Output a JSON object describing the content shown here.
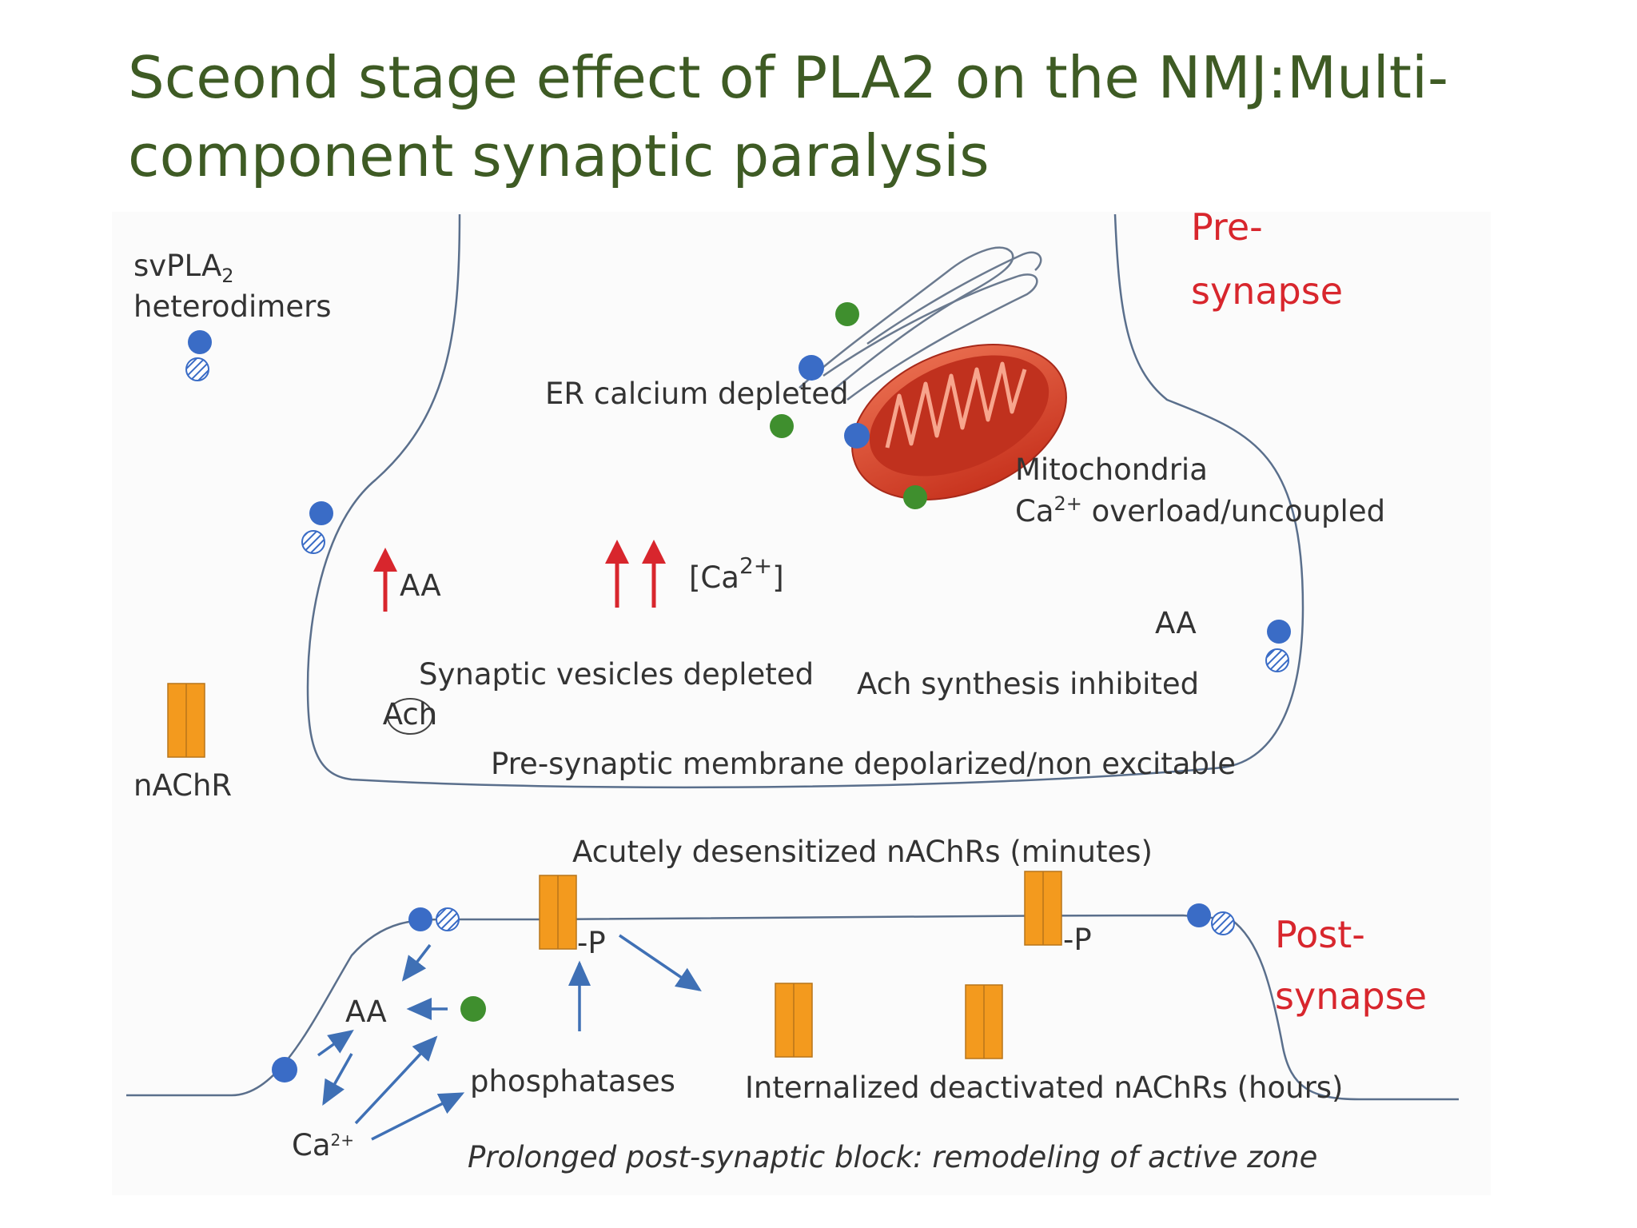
{
  "slide": {
    "title_line1": "Sceond stage effect of PLA2 on the NMJ:Multi-",
    "title_line2": "component synaptic paralysis"
  },
  "diagram": {
    "legend_svpla2": "svPLA",
    "legend_svpla2_sub": "2",
    "legend_heterodimers": "heterodimers",
    "legend_nachr": "nAChR",
    "pre_synapse_1": "Pre-",
    "pre_synapse_2": "synapse",
    "post_synapse_1": "Post-",
    "post_synapse_2": "synapse",
    "er_label": "ER calcium depleted",
    "mito_label_1": "Mitochondria",
    "mito_label_2_ion": "Ca",
    "mito_label_2_sup": "2+",
    "mito_label_2_rest": " overload/uncoupled",
    "aa_up": "AA",
    "ca_up_text": "[Ca",
    "ca_up_sup": "2+",
    "ca_up_close": "]",
    "aa_right": "AA",
    "vesicles": "Synaptic vesicles depleted",
    "ach_small": "Ach",
    "ach_synth": "Ach synthesis inhibited",
    "membrane": "Pre-synaptic membrane depolarized/non excitable",
    "desensitized": "Acutely desensitized nAChRs (minutes)",
    "p_left": "-P",
    "p_right": "-P",
    "aa_post": "AA",
    "phosphatases": "phosphatases",
    "ca_post": "Ca",
    "ca_post_sup": "2+",
    "internalized": "Internalized deactivated  nAChRs (hours)",
    "prolonged": "Prolonged post-synaptic block: remodeling of active zone"
  },
  "colors": {
    "title": "#3e5b24",
    "membrane": "#5a6f8c",
    "pla2_blue": "#3a6cc6",
    "green_dot": "#3f8f2e",
    "nachr_orange": "#f39a1e",
    "red": "#d8262d",
    "mitochondria": "#d9432c",
    "arrow_blue": "#3f70b5"
  }
}
